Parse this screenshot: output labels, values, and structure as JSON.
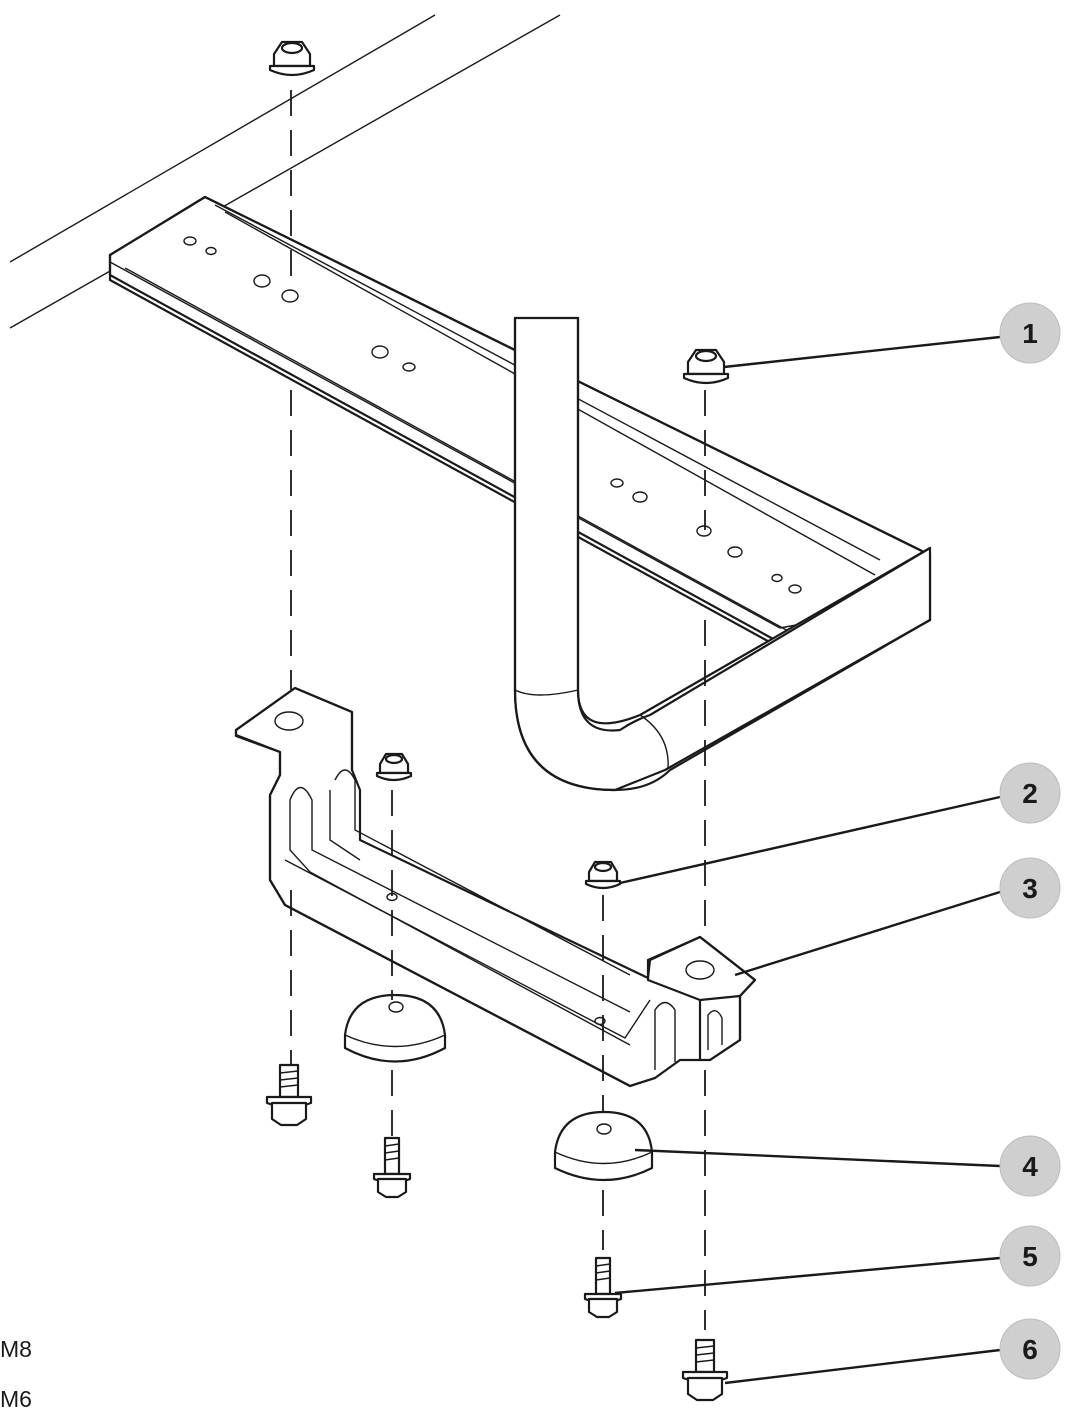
{
  "callouts": [
    {
      "number": "1"
    },
    {
      "number": "2"
    },
    {
      "number": "3"
    },
    {
      "number": "4"
    },
    {
      "number": "5"
    },
    {
      "number": "6"
    }
  ],
  "legend": {
    "item_1": "M8",
    "item_2": "M6"
  }
}
